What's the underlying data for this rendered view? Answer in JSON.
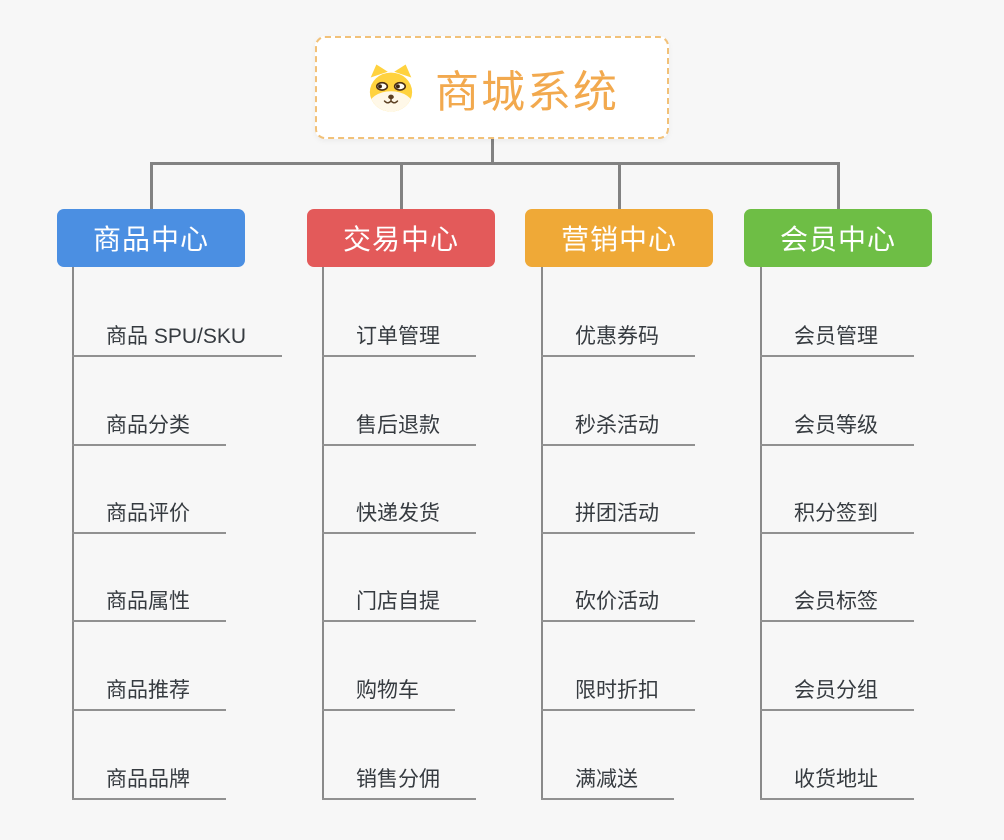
{
  "root": {
    "title": "商城系统",
    "icon": "dog-face-icon"
  },
  "branches": [
    {
      "label": "商品中心",
      "color": "#4b8fe2",
      "children": [
        "商品 SPU/SKU",
        "商品分类",
        "商品评价",
        "商品属性",
        "商品推荐",
        "商品品牌"
      ]
    },
    {
      "label": "交易中心",
      "color": "#e35a5a",
      "children": [
        "订单管理",
        "售后退款",
        "快递发货",
        "门店自提",
        "购物车",
        "销售分佣"
      ]
    },
    {
      "label": "营销中心",
      "color": "#efa937",
      "children": [
        "优惠券码",
        "秒杀活动",
        "拼团活动",
        "砍价活动",
        "限时折扣",
        "满减送"
      ]
    },
    {
      "label": "会员中心",
      "color": "#6ebe45",
      "children": [
        "会员管理",
        "会员等级",
        "积分签到",
        "会员标签",
        "会员分组",
        "收货地址"
      ]
    }
  ],
  "colors": {
    "background": "#f7f7f7",
    "connector": "#828282",
    "leaf_underline": "#919191",
    "leaf_text": "#363b40",
    "root_title": "#f2a94e",
    "root_border": "#f2c178"
  }
}
